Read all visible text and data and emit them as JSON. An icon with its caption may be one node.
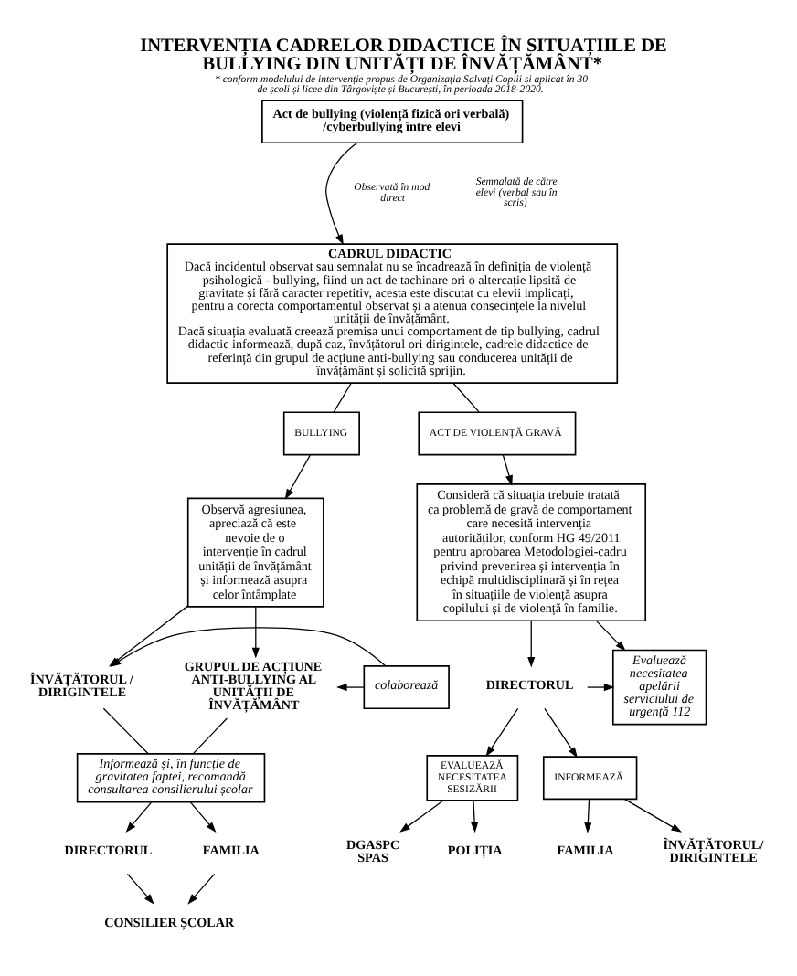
{
  "diagram": {
    "title": "INTERVENȚIA CADRELOR DIDACTICE ÎN SITUAȚIILE DE BULLYING DIN UNITĂȚI DE ÎNVĂȚĂMÂNT*",
    "caption": "* conform modelului de intervenție propus de Organizația Salvați Copiii și aplicat în 30 de școli și licee din Târgoviște și București, în perioada 2018-2020.",
    "nodes": [
      {
        "text": [
          "Act de bullying (violență fizică ori verbală) /cyberbullying între elevi"
        ]
      },
      {
        "text": [
          "CADRUL DIDACTIC",
          "Dacă incidentul observat sau semnalat nu se încadrează în definiția de violență psihologică - bullying, fiind un act de tachinare ori o altercație lipsită de gravitate și fără caracter repetitiv, acesta este discutat cu elevii implicați, pentru a corecta comportamentul observat și a atenua consecințele la nivelul unității de învățământ.",
          "Dacă situația evaluată creează premisa unui comportament de tip bullying, cadrul didactic informează, după caz, învățătorul ori dirigintele, cadrele didactice de referință din grupul de acțiune anti-bullying sau conducerea unității de învățământ și solicită sprijin."
        ]
      },
      {
        "text": [
          "BULLYING"
        ]
      },
      {
        "text": [
          "ACT DE VIOLENȚĂ GRAVĂ"
        ]
      },
      {
        "text": [
          "Observă agresiunea, apreciază că este nevoie de o intervenție în cadrul unității de învățământ și informează asupra celor întâmplate"
        ]
      },
      {
        "text": [
          "ÎNVĂȚĂTORUL / DIRIGINTELE"
        ]
      },
      {
        "text": [
          "colaborează"
        ]
      },
      {
        "text": [
          "GRUPUL DE ACȚIUNE ANTI-BULLYING AL UNITĂȚII DE ÎNVĂȚĂMÂNT"
        ]
      },
      {
        "text": [
          "Informează și, în funcție de gravitatea faptei, recomandă consultarea consilierului școlar"
        ]
      },
      {
        "text": [
          "DIRECTORUL"
        ]
      },
      {
        "text": [
          "FAMILIA"
        ]
      },
      {
        "text": [
          "CONSILIER ȘCOLAR"
        ]
      },
      {
        "text": [
          "Consideră că situația trebuie tratată ca problemă de gravă de comportament care necesită intervenția autorităților, conform HG 49/2011 pentru aprobarea Metodologiei-cadru privind prevenirea și intervenția în echipă multidisciplinară și în rețea în situațiile de violență asupra copilului și de violență în familie."
        ]
      },
      {
        "text": [
          "Evaluează necesitatea apelării serviciului de urgență 112"
        ]
      },
      {
        "text": [
          "DIRECTORUL"
        ]
      },
      {
        "text": [
          "INFORMEAZĂ"
        ]
      },
      {
        "text": [
          "EVALUEAZĂ NECESITATEA SESIZĂRII"
        ]
      },
      {
        "text": [
          "FAMILIA"
        ]
      },
      {
        "text": [
          "ÎNVĂȚĂTORUL/ DIRIGINTELE"
        ]
      },
      {
        "text": [
          "DGASPC SPAS"
        ]
      },
      {
        "text": [
          "POLIȚIA"
        ]
      }
    ],
    "edges": [
      {
        "from": 0,
        "to": 1,
        "arrow": "to"
      },
      {
        "from": 1,
        "to": 2,
        "arrow": "none"
      },
      {
        "from": 1,
        "to": 3,
        "arrow": "none"
      },
      {
        "from": 2,
        "to": 4,
        "arrow": "to"
      },
      {
        "from": 3,
        "to": 12,
        "arrow": "to"
      },
      {
        "from": 4,
        "to": 5,
        "arrow": "to"
      },
      {
        "from": 4,
        "to": 7,
        "arrow": "to"
      },
      {
        "from": 6,
        "to": 5,
        "arrow": "to"
      },
      {
        "from": 6,
        "to": 7,
        "arrow": "to"
      },
      {
        "from": 5,
        "to": 8,
        "arrow": "none"
      },
      {
        "from": 7,
        "to": 8,
        "arrow": "none"
      },
      {
        "from": 8,
        "to": 9,
        "arrow": "to"
      },
      {
        "from": 8,
        "to": 10,
        "arrow": "to"
      },
      {
        "from": 9,
        "to": 11,
        "arrow": "to"
      },
      {
        "from": 10,
        "to": 11,
        "arrow": "to"
      },
      {
        "from": 12,
        "to": 13,
        "arrow": "to"
      },
      {
        "from": 12,
        "to": 14,
        "arrow": "to"
      },
      {
        "from": 14,
        "to": 13,
        "arrow": "to"
      },
      {
        "from": 14,
        "to": 15,
        "arrow": "to"
      },
      {
        "from": 14,
        "to": 16,
        "arrow": "to"
      },
      {
        "from": 15,
        "to": 17,
        "arrow": "to"
      },
      {
        "from": 15,
        "to": 18,
        "arrow": "to"
      },
      {
        "from": 16,
        "to": 19,
        "arrow": "to"
      },
      {
        "from": 16,
        "to": 20,
        "arrow": "to"
      }
    ],
    "labels": [
      "Observată în mod direct",
      "Semnalată de către elevi (verbal sau în scris)"
    ]
  }
}
